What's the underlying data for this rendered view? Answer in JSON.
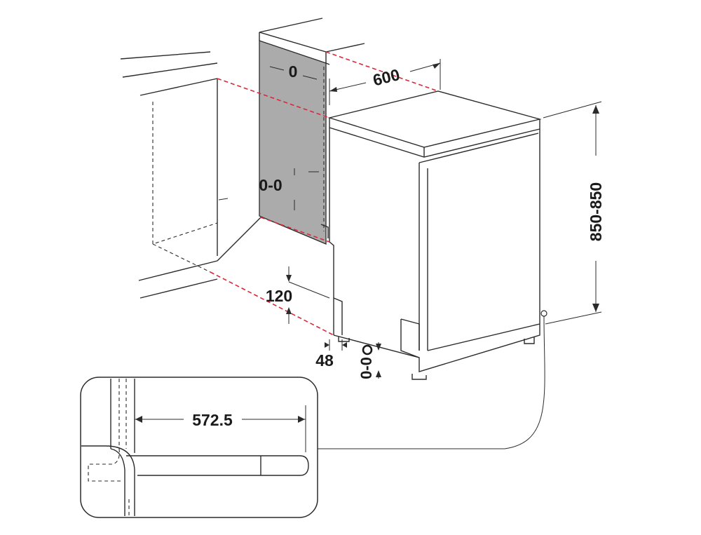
{
  "dimensions": {
    "side_gap": "0",
    "width": "600",
    "height": "850-850",
    "side_height": "0-0",
    "plinth": "120",
    "foot": "48",
    "front_gap": "0-0",
    "detail_depth": "572.5"
  },
  "colors": {
    "line": "#2b2b2b",
    "guide": "#d9283a",
    "panel": "#ababab"
  }
}
